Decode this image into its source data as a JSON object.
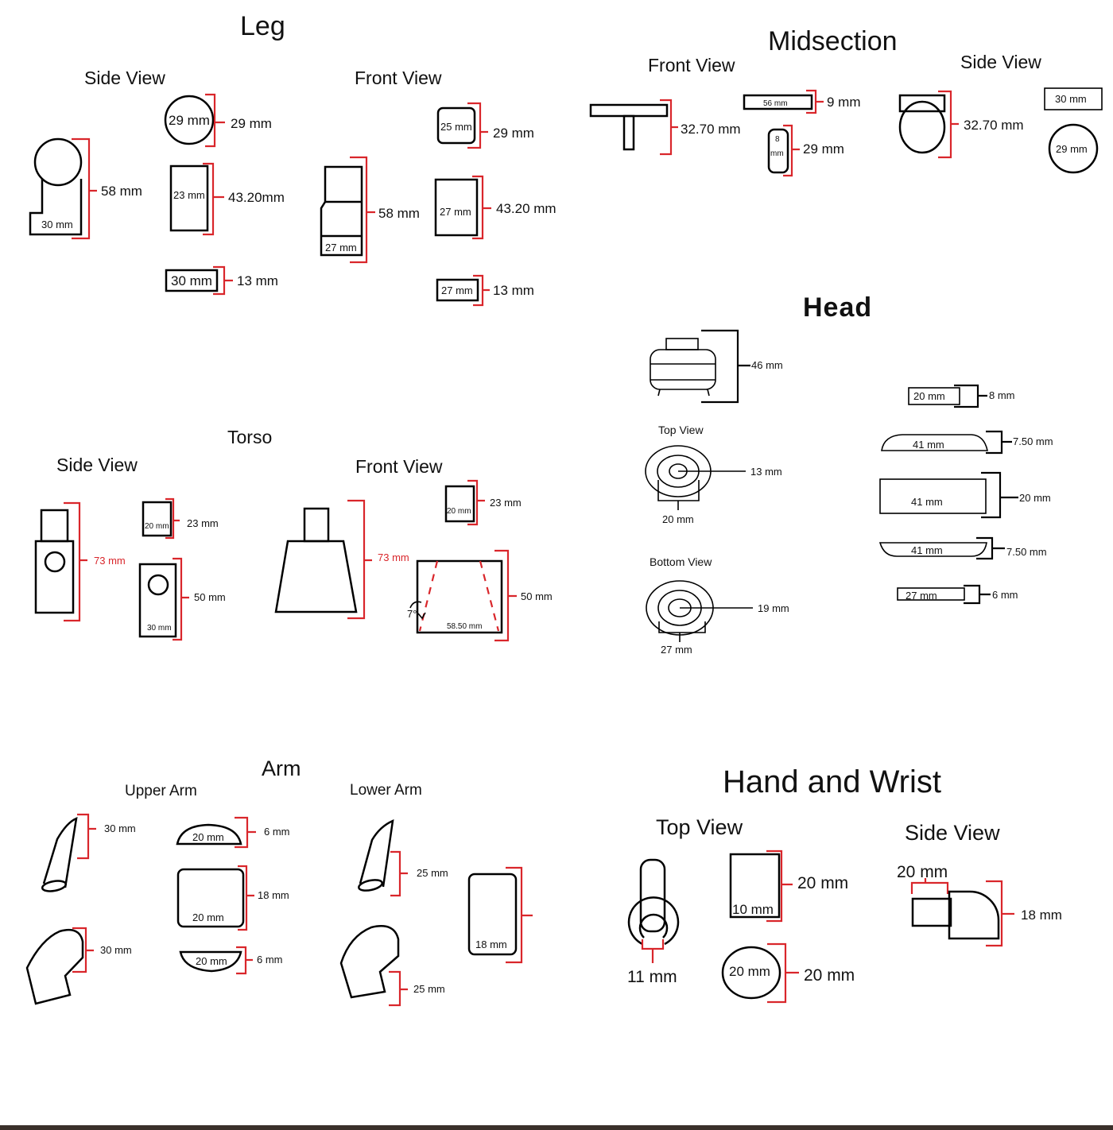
{
  "leg": {
    "title": "Leg",
    "side_view_label": "Side View",
    "front_view_label": "Front View",
    "side": {
      "main_height": "58 mm",
      "base_width": "30 mm",
      "circle_label": "29 mm",
      "circle_dim": "29 mm",
      "rect_label": "23 mm",
      "rect_dim": "43.20mm",
      "foot_label": "30 mm",
      "foot_dim": "13 mm"
    },
    "front": {
      "main_height": "58 mm",
      "base_width": "27 mm",
      "top_label": "25 mm",
      "top_dim": "29 mm",
      "rect_label": "27 mm",
      "rect_dim": "43.20 mm",
      "foot_label": "27 mm",
      "foot_dim": "13 mm"
    }
  },
  "midsection": {
    "title": "Midsection",
    "front_view_label": "Front View",
    "side_view_label": "Side View",
    "front": {
      "t_height": "32.70 mm",
      "bar_label": "56 mm",
      "bar_dim": "9 mm",
      "pill_label_top": "8",
      "pill_label_bottom": "mm",
      "pill_dim": "29 mm"
    },
    "side": {
      "ring_height": "32.70 mm",
      "box_label": "30 mm",
      "circle_label": "29 mm"
    }
  },
  "head": {
    "title": "Head",
    "main_height": "46 mm",
    "top_view_label": "Top View",
    "top_radius": "13 mm",
    "top_width": "20 mm",
    "bottom_view_label": "Bottom View",
    "bottom_radius": "19 mm",
    "bottom_width": "27 mm",
    "parts": [
      {
        "label": "20 mm",
        "dim": "8 mm"
      },
      {
        "label": "41 mm",
        "dim": "7.50 mm"
      },
      {
        "label": "41 mm",
        "dim": "20 mm"
      },
      {
        "label": "41 mm",
        "dim": "7.50 mm"
      },
      {
        "label": "27 mm",
        "dim": "6 mm"
      }
    ]
  },
  "torso": {
    "title": "Torso",
    "side_view_label": "Side View",
    "front_view_label": "Front View",
    "side": {
      "height": "73 mm",
      "neck_label": "20 mm",
      "neck_dim": "23 mm",
      "body_label": "30 mm",
      "body_dim": "50 mm"
    },
    "front": {
      "height": "73 mm",
      "neck_label": "20 mm",
      "neck_dim": "23 mm",
      "body_width": "58.50 mm",
      "body_dim": "50 mm",
      "angle": "7°"
    }
  },
  "arm": {
    "title": "Arm",
    "upper_label": "Upper Arm",
    "lower_label": "Lower Arm",
    "upper": {
      "piece1_dim": "30 mm",
      "piece2_dim": "30 mm",
      "top_dome_label": "20 mm",
      "top_dome_dim": "6 mm",
      "block_label": "20 mm",
      "block_dim": "18 mm",
      "bottom_dome_label": "20 mm",
      "bottom_dome_dim": "6 mm"
    },
    "lower": {
      "piece1_dim": "25 mm",
      "piece2_dim": "25 mm",
      "block_label": "18 mm"
    }
  },
  "hand": {
    "title": "Hand and Wrist",
    "top_view_label": "Top View",
    "side_view_label": "Side View",
    "top": {
      "gap": "11 mm",
      "rect_label": "10 mm",
      "rect_dim": "20 mm",
      "oval_label": "20 mm",
      "oval_dim": "20 mm"
    },
    "side": {
      "width": "20 mm",
      "height": "18 mm"
    }
  },
  "colors": {
    "dimension_bracket": "#d9262b",
    "outline": "#000000",
    "background": "#ffffff"
  }
}
